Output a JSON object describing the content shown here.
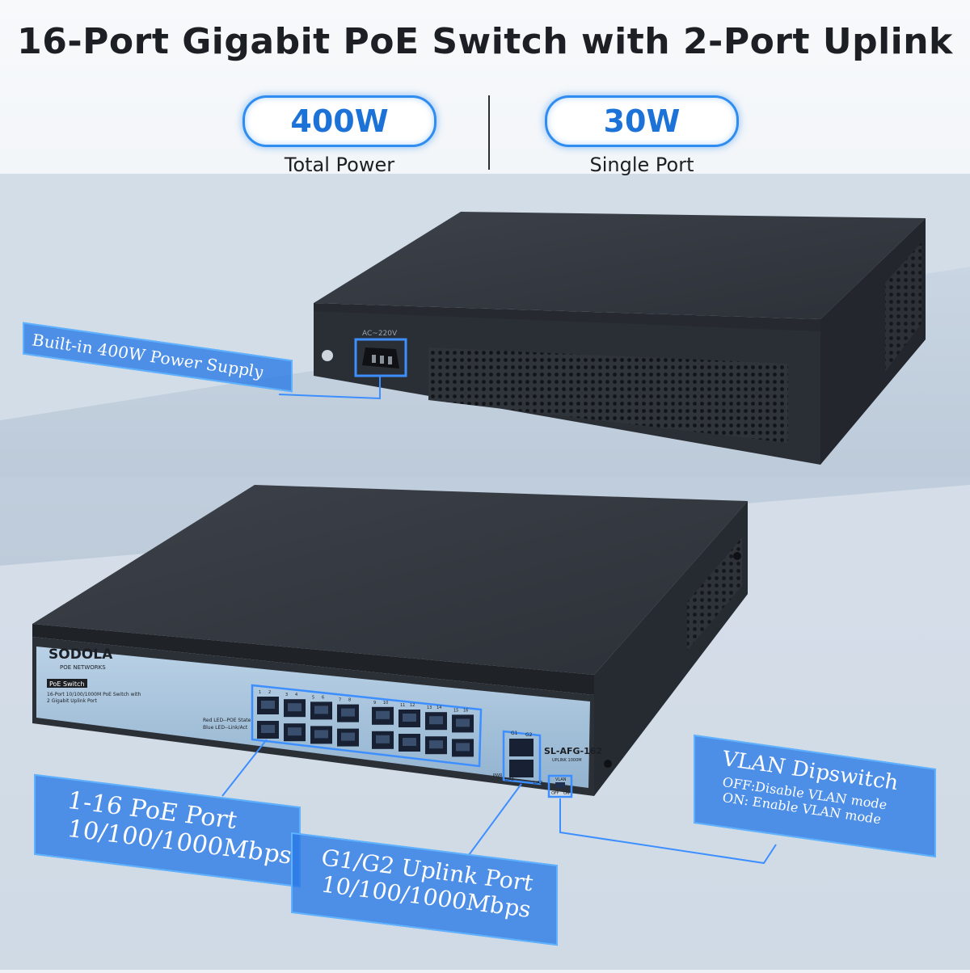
{
  "headline": "16-Port Gigabit PoE Switch with 2-Port Uplink",
  "specs": [
    {
      "value": "400W",
      "caption": "Total Power"
    },
    {
      "value": "30W",
      "caption": "Single Port"
    }
  ],
  "callouts": {
    "power_supply": "Built-in 400W Power Supply",
    "poe_ports": {
      "line1": "1-16 PoE Port",
      "line2": "10/100/1000Mbps"
    },
    "uplink_ports": {
      "line1": "G1/G2 Uplink Port",
      "line2": "10/100/1000Mbps"
    },
    "vlan": {
      "title": "VLAN Dipswitch",
      "line1": "OFF:Disable VLAN mode",
      "line2": "ON: Enable VLAN mode"
    }
  },
  "device": {
    "brand": "SODOLA",
    "brand_sub": "POE NETWORKS",
    "badge": "PoE Switch",
    "description_line1": "16-Port 10/100/1000M PoE Switch with",
    "description_line2": "2 Gigabit Uplink Port",
    "led_line1": "Red LED--POE State",
    "led_line2": "Blue LED--Link/Act",
    "model": "SL-AFG-162",
    "model_sub": "UPLINK 1000M",
    "power_label": "AC~220V",
    "pwr_label": "PWR",
    "lk1_label": "L/A1",
    "lk2_label": "L/A2",
    "vlan_label": "VLAN",
    "vlan_off": "OFF",
    "vlan_on": "ON",
    "uplink_labels": [
      "G1",
      "G2"
    ],
    "port_labels": [
      "1",
      "2",
      "3",
      "4",
      "5",
      "6",
      "7",
      "8",
      "9",
      "10",
      "11",
      "12",
      "13",
      "14",
      "15",
      "16"
    ]
  },
  "colors": {
    "accent": "#2f8cf0",
    "callout_fill": "#2878e6",
    "chassis": "#3a3f47",
    "panel": "#a9c4dc"
  }
}
